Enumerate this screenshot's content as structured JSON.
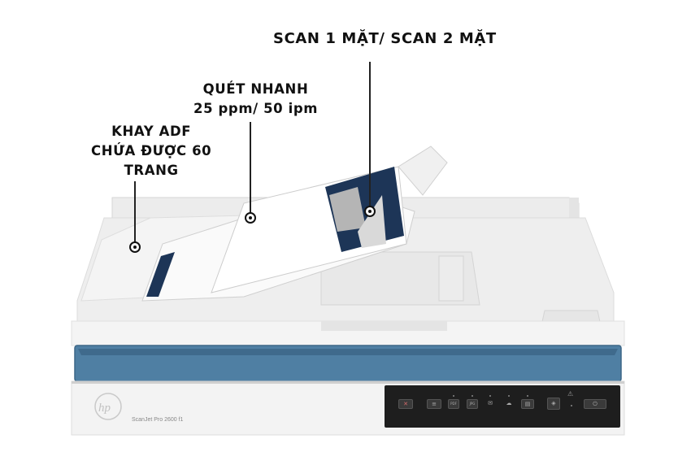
{
  "callouts": {
    "scan_mode": {
      "line1": "SCAN 1 MẶT/ SCAN 2 MẶT"
    },
    "speed": {
      "line1": "QUÉT NHANH",
      "line2": "25 ppm/ 50 ipm"
    },
    "adf_tray": {
      "line1": "KHAY ADF",
      "line2": "CHỨA ĐƯỢC 60",
      "line3": "TRANG"
    }
  },
  "product": {
    "brand": "hp",
    "model": "ScanJet Pro 2600 f1",
    "colors": {
      "body": "#f2f3f3",
      "accent_band": "#4f7fa3",
      "panel": "#1e1e1e",
      "document_navy": "#1d3557"
    }
  },
  "control_panel": {
    "buttons": [
      {
        "icon": "cancel-icon",
        "glyph": "✕"
      },
      {
        "icon": "menu-icon",
        "glyph": "≡"
      },
      {
        "icon": "pdf-icon",
        "glyph": "PDF"
      },
      {
        "icon": "jpg-icon",
        "glyph": "JPG"
      },
      {
        "icon": "email-icon",
        "glyph": "✉"
      },
      {
        "icon": "cloud-icon",
        "glyph": "☁"
      },
      {
        "icon": "document-icon",
        "glyph": "▤"
      },
      {
        "icon": "start-scan-icon",
        "glyph": "◈"
      },
      {
        "icon": "warning-icon",
        "glyph": "⚠"
      },
      {
        "icon": "power-icon",
        "glyph": "⏻"
      }
    ]
  }
}
